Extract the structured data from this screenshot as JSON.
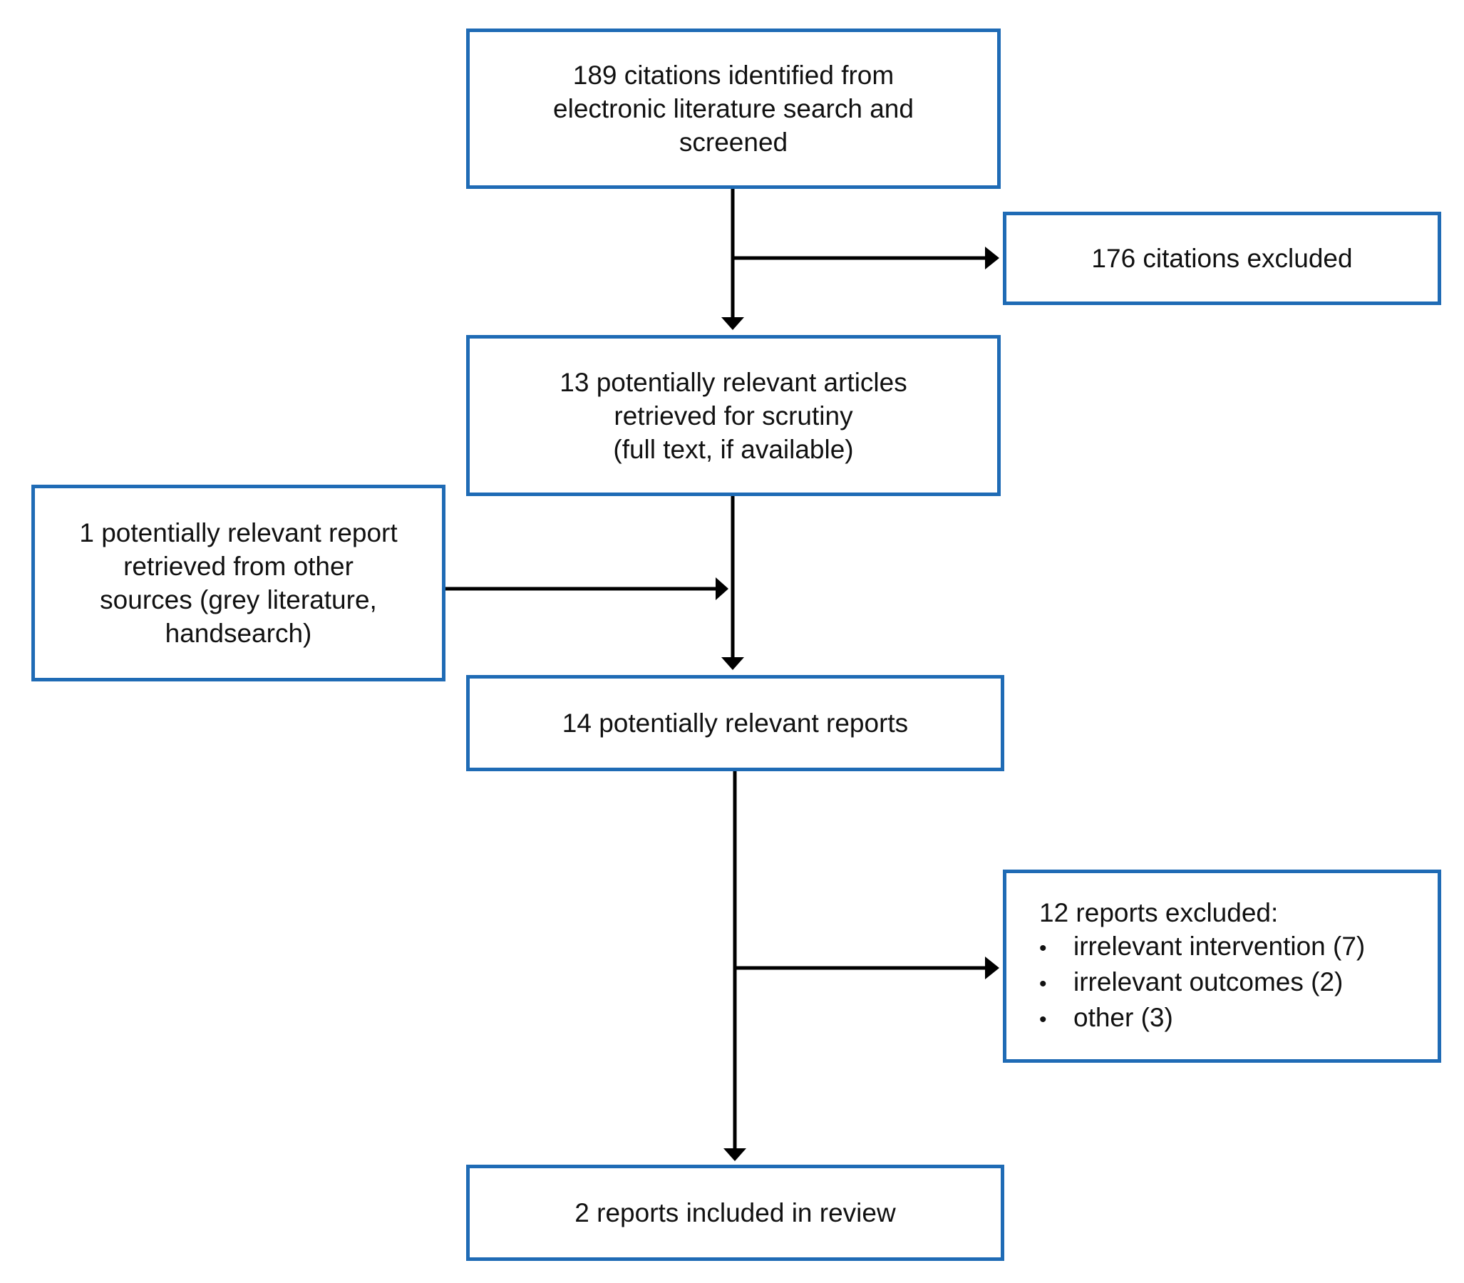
{
  "boxes": {
    "identified": "189 citations identified from\nelectronic literature search and\nscreened",
    "excluded_citations": "176 citations excluded",
    "retrieved": "13 potentially relevant articles\nretrieved for scrutiny\n(full text, if available)",
    "other_sources": "1 potentially relevant report\nretrieved from other\nsources (grey literature,\nhandsearch)",
    "potentially_relevant": "14 potentially relevant reports",
    "excluded_reports": {
      "heading": "12 reports excluded:",
      "items": [
        "irrelevant intervention (7)",
        "irrelevant outcomes (2)",
        "other (3)"
      ]
    },
    "included": "2 reports included in review"
  },
  "colors": {
    "box_border": "#1f6bb5",
    "arrow": "#000000"
  }
}
